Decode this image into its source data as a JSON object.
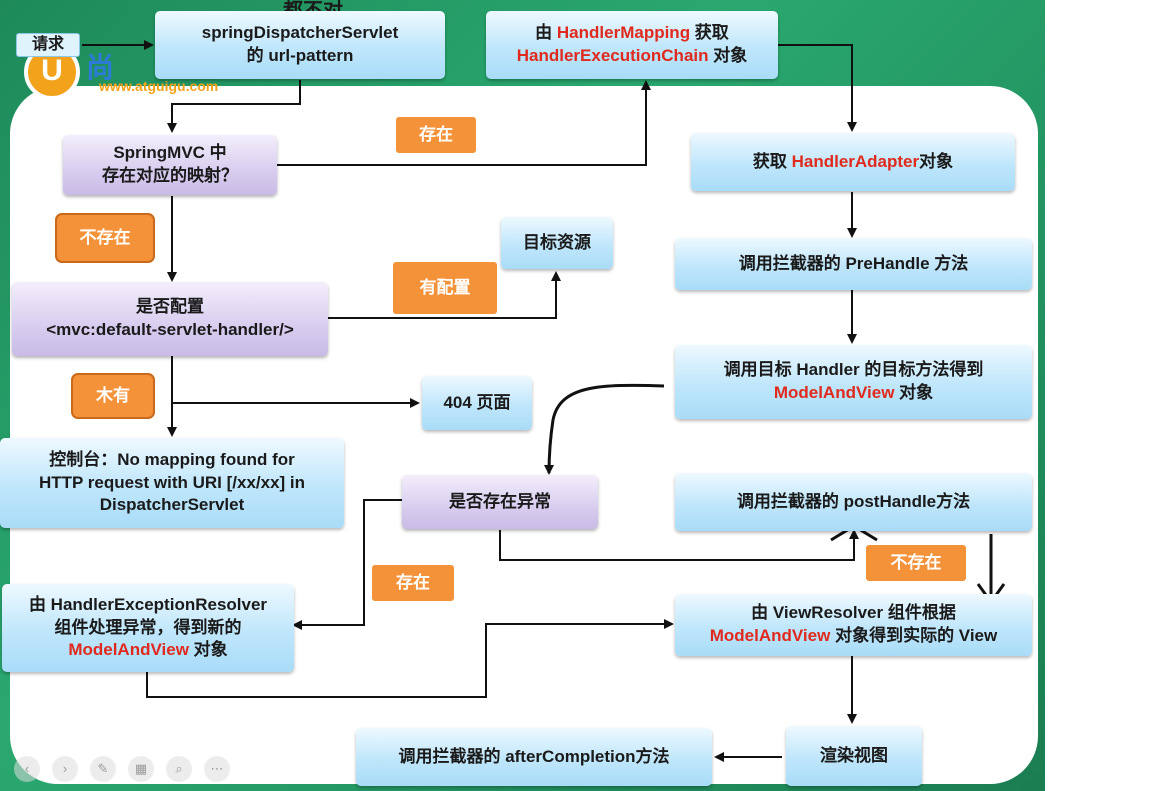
{
  "overlay_text": "都不对",
  "brand": {
    "logo_letter": "U",
    "name": "尚",
    "url": "www.atguigu.com"
  },
  "nodes": {
    "request": "请求",
    "url_pattern": [
      "springDispatcherServlet",
      "的 url-pattern"
    ],
    "springmvc_mapping": [
      "SpringMVC 中",
      "存在对应的映射？"
    ],
    "handler_mapping": {
      "prefix": "由 ",
      "red1": "HandlerMapping",
      "middle": " 获取",
      "red2": "HandlerExecutionChain",
      "suffix": " 对象"
    },
    "handler_adapter": {
      "prefix": "获取 ",
      "red": "HandlerAdapter",
      "suffix": "对象"
    },
    "prehandle": "调用拦截器的 PreHandle 方法",
    "invoke_handler": {
      "line1": "调用目标 Handler 的目标方法得到",
      "red": "ModelAndView",
      "suffix": " 对象"
    },
    "default_servlet": [
      "是否配置",
      "<mvc:default-servlet-handler/>"
    ],
    "target_resource": "目标资源",
    "page_404": "404 页面",
    "console": [
      "控制台：No mapping found for",
      "HTTP request with URI [/xx/xx] in",
      "DispatcherServlet"
    ],
    "has_exception": "是否存在异常",
    "posthandle": "调用拦截器的 postHandle方法",
    "exception_resolver": {
      "line1": "由 HandlerExceptionResolver",
      "line2": "组件处理异常，得到新的",
      "red": "ModelAndView",
      "suffix": " 对象"
    },
    "view_resolver": {
      "line1": "由 ViewResolver 组件根据",
      "red": "ModelAndView",
      "suffix": " 对象得到实际的 View"
    },
    "render_view": "渲染视图",
    "after_completion": "调用拦截器的 afterCompletion方法"
  },
  "labels": {
    "exists_top": "存在",
    "not_exists_left": "不存在",
    "configured": "有配置",
    "none": "木有",
    "exists_exception": "存在",
    "not_exists_exception": "不存在"
  },
  "colors": {
    "accent_red": "#e02a1d",
    "label_orange": "#f4923a",
    "background_green": "#1e8a5a"
  },
  "toolbar_icons": [
    "prev-icon",
    "next-icon",
    "pen-icon",
    "grid-icon",
    "zoom-icon",
    "more-icon"
  ]
}
